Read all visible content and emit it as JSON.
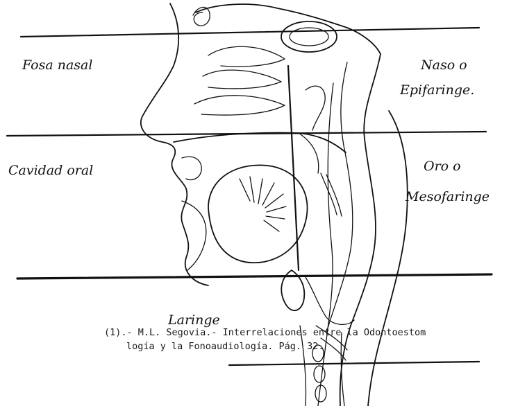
{
  "labels": {
    "fosa_nasal": "Fosa nasal",
    "naso_line1": "Naso o",
    "naso_line2": "Epifaringe.",
    "cavidad_oral": "Cavidad oral",
    "oro_line1": "Oro o",
    "oro_line2": "Mesofaringe",
    "laringe": "Laringe"
  },
  "citation": {
    "line1": "(1).- M.L. Segovia.- Interrelaciones entre la Odontoestom",
    "line2": "logía y la Fonoaudiología. Pág. 32."
  },
  "colors": {
    "ink": "#111111",
    "paper": "#ffffff"
  }
}
